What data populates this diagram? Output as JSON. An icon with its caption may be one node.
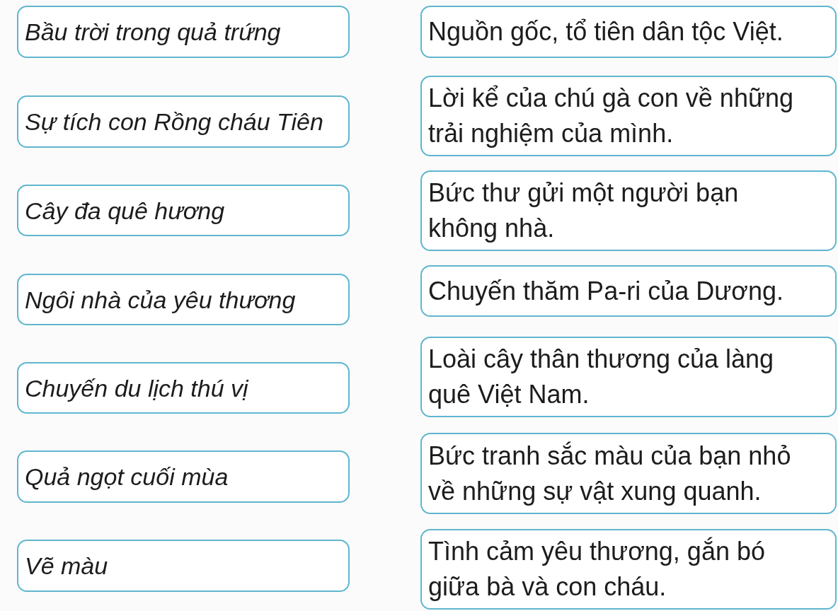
{
  "diagram": {
    "nodes": [
      {
        "text": [
          "Bầu trời trong quả trứng"
        ]
      },
      {
        "text": [
          "Sự tích con Rồng cháu Tiên"
        ]
      },
      {
        "text": [
          "Cây đa quê hương"
        ]
      },
      {
        "text": [
          "Ngôi nhà của yêu thương"
        ]
      },
      {
        "text": [
          "Chuyến du lịch thú vị"
        ]
      },
      {
        "text": [
          "Quả ngọt cuối mùa"
        ]
      },
      {
        "text": [
          "Vẽ màu"
        ]
      },
      {
        "text": [
          "Nguồn gốc, tổ tiên dân tộc Việt."
        ]
      },
      {
        "text": [
          "Lời kể của chú gà con về những trải nghiệm của mình."
        ]
      },
      {
        "text": [
          "Bức thư gửi một người bạn không nhà."
        ]
      },
      {
        "text": [
          "Chuyến thăm Pa-ri của Dương."
        ]
      },
      {
        "text": [
          "Loài cây thân thương của làng quê Việt Nam."
        ]
      },
      {
        "text": [
          "Bức tranh sắc màu của bạn nhỏ về những sự vật xung quanh."
        ]
      },
      {
        "text": [
          "Tình cảm yêu thương, gắn bó giữa bà và con cháu."
        ]
      }
    ]
  }
}
